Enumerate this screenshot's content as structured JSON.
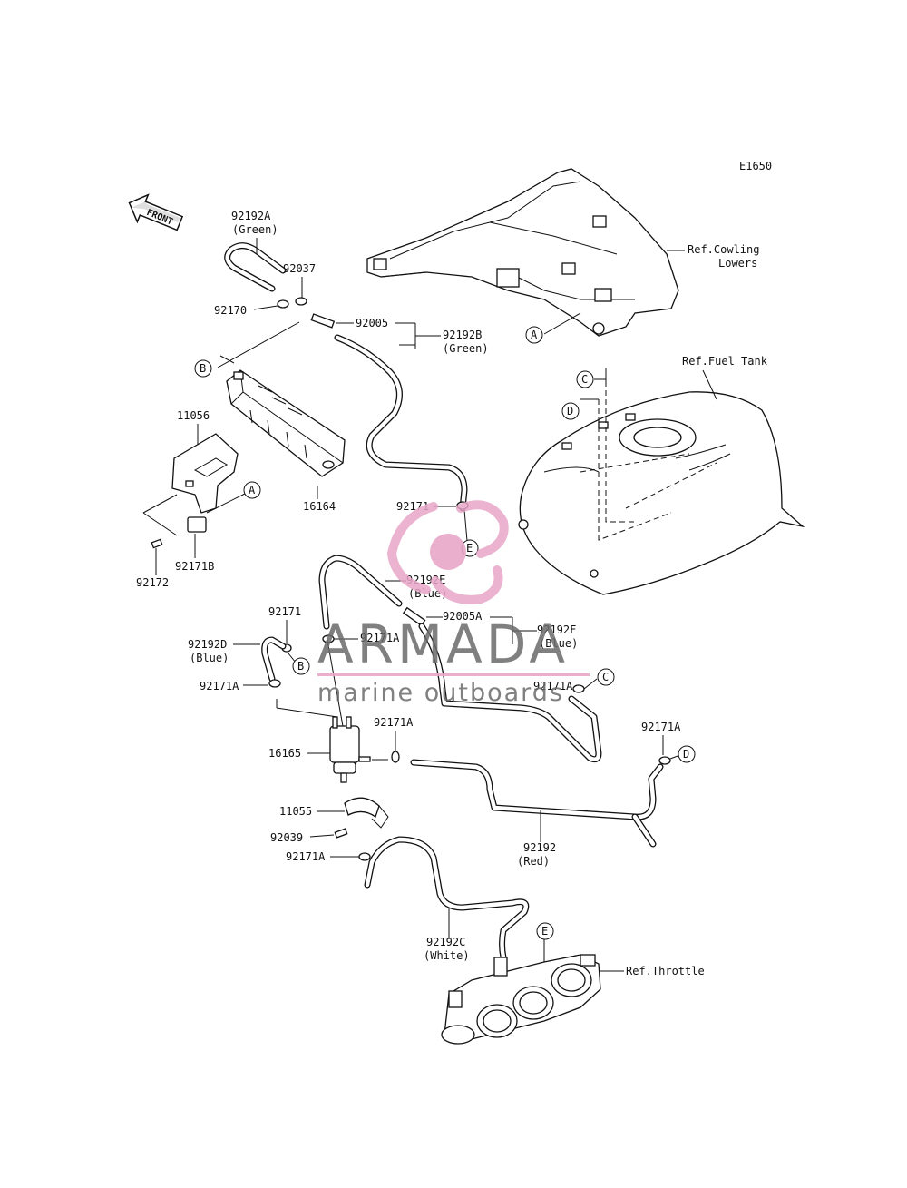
{
  "diagram": {
    "code": "E1650",
    "front_label": "FRONT",
    "refs": {
      "cowling": "Ref.Cowling\nLowers",
      "fuel_tank": "Ref.Fuel Tank",
      "throttle": "Ref.Throttle"
    },
    "parts": {
      "p92192A": "92192A",
      "p92192A_color": "(Green)",
      "p92037": "92037",
      "p92170": "92170",
      "p92005": "92005",
      "p92192B": "92192B",
      "p92192B_color": "(Green)",
      "p11056": "11056",
      "p16164": "16164",
      "p92171_top": "92171",
      "p92172": "92172",
      "p92171B": "92171B",
      "p92192E": "92192E",
      "p92192E_color": "(Blue)",
      "p92005A": "92005A",
      "p92192F": "92192F",
      "p92192F_color": "(Blue)",
      "p92171_mid": "92171",
      "p92171A_1": "92171A",
      "p92192D": "92192D",
      "p92192D_color": "(Blue)",
      "p92171A_2": "92171A",
      "p92171A_3": "92171A",
      "p92171A_4": "92171A",
      "p16165": "16165",
      "p92171A_5": "92171A",
      "p11055": "11055",
      "p92039": "92039",
      "p92171A_6": "92171A",
      "p92192": "92192",
      "p92192_color": "(Red)",
      "p92192C": "92192C",
      "p92192C_color": "(White)"
    },
    "callouts": [
      "A",
      "B",
      "C",
      "D",
      "E"
    ]
  },
  "watermark": {
    "brand": "ARMADA",
    "tagline": "marine outboards"
  }
}
